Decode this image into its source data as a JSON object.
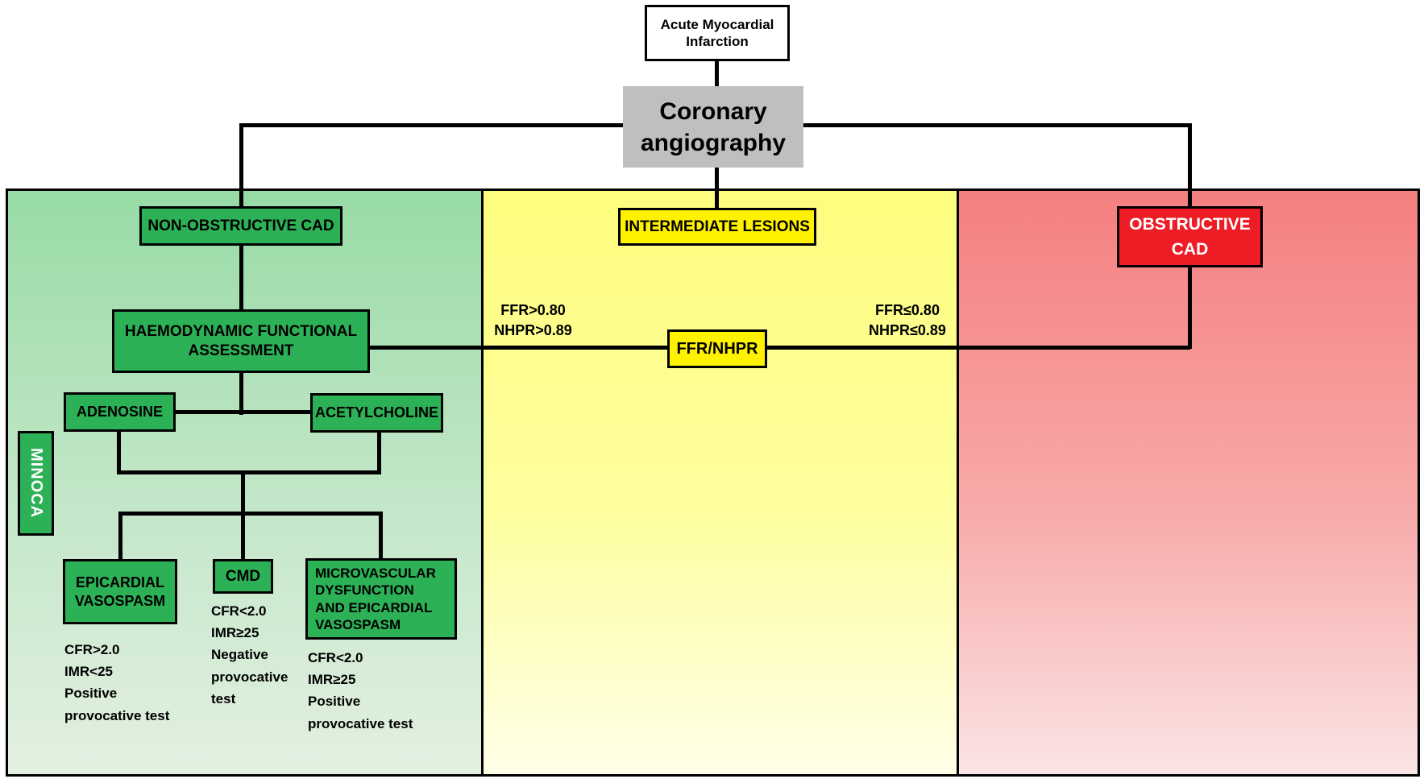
{
  "title_boxes": {
    "ami": "Acute Myocardial\nInfarction",
    "coronary": "Coronary\nangiography"
  },
  "panels": {
    "non_obstructive": {
      "header": "NON-OBSTRUCTIVE CAD",
      "assessment": "HAEMODYNAMIC FUNCTIONAL\nASSESSMENT",
      "adenosine": "ADENOSINE",
      "acetylcholine": "ACETYLCHOLINE",
      "minoca": "MINOCA",
      "outcomes": {
        "epicardial": {
          "box": "EPICARDIAL\nVASOSPASM",
          "criteria": "CFR>2.0\nIMR<25\nPositive\nprovocative test"
        },
        "cmd": {
          "box": "CMD",
          "criteria": "CFR<2.0\nIMR≥25\nNegative\nprovocative\ntest"
        },
        "microvascular": {
          "box": "MICROVASCULAR\nDYSFUNCTION\nAND EPICARDIAL\nVASOSPASM",
          "criteria": "CFR<2.0\nIMR≥25\nPositive\nprovocative test"
        }
      }
    },
    "intermediate": {
      "header": "INTERMEDIATE LESIONS",
      "test_box": "FFR/NHPR",
      "left_result": "FFR>0.80\nNHPR>0.89",
      "right_result": "FFR≤0.80\nNHPR≤0.89"
    },
    "obstructive": {
      "header": "OBSTRUCTIVE\nCAD"
    }
  },
  "colors": {
    "green_box": "#2db157",
    "panel_green_top": "#98dba6",
    "panel_green_bottom": "#e3f0e1",
    "yellow_box": "#fff200",
    "panel_yellow_top": "#fdfd7e",
    "panel_yellow_bottom": "#ffffe8",
    "red_box": "#ee1c25",
    "panel_red_top": "#f57f7f",
    "panel_red_bottom": "#fbe4e4",
    "gray_box": "#bfbfbf"
  }
}
